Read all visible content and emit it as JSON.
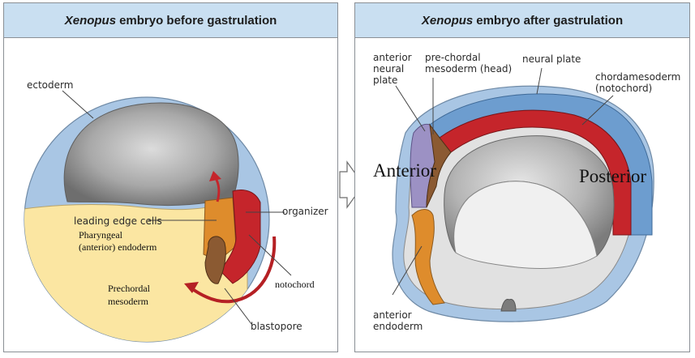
{
  "left_panel": {
    "title_italic": "Xenopus",
    "title_rest": "embryo before gastrulation",
    "labels": {
      "ectoderm": "ectoderm",
      "leading_edge": "leading edge cells",
      "pharyngeal_1": "Pharyngeal",
      "pharyngeal_2": "(anterior) endoderm",
      "prechordal_1": "Prechordal",
      "prechordal_2": "mesoderm",
      "organizer": "organizer",
      "notochord": "notochord",
      "blastopore": "blastopore"
    }
  },
  "right_panel": {
    "title_italic": "Xenopus",
    "title_rest": "embryo after gastrulation",
    "labels": {
      "anterior_neural_1": "anterior",
      "anterior_neural_2": "neural",
      "anterior_neural_3": "plate",
      "prechordal_1": "pre-chordal",
      "prechordal_2": "mesoderm (head)",
      "neural_plate": "neural plate",
      "chordamesoderm_1": "chordamesoderm",
      "chordamesoderm_2": "(notochord)",
      "anterior": "Anterior",
      "posterior": "Posterior",
      "anterior_endoderm_1": "anterior",
      "anterior_endoderm_2": "endoderm"
    }
  },
  "colors": {
    "ectoderm": "#a9c6e4",
    "neural_plate": "#6d9dcf",
    "endoderm_yellow": "#fbe6a2",
    "orange": "#de8c2c",
    "red": "#c5252b",
    "brown": "#8b5a32",
    "purple": "#9c91c4",
    "cavity": "#9a9a9a"
  }
}
